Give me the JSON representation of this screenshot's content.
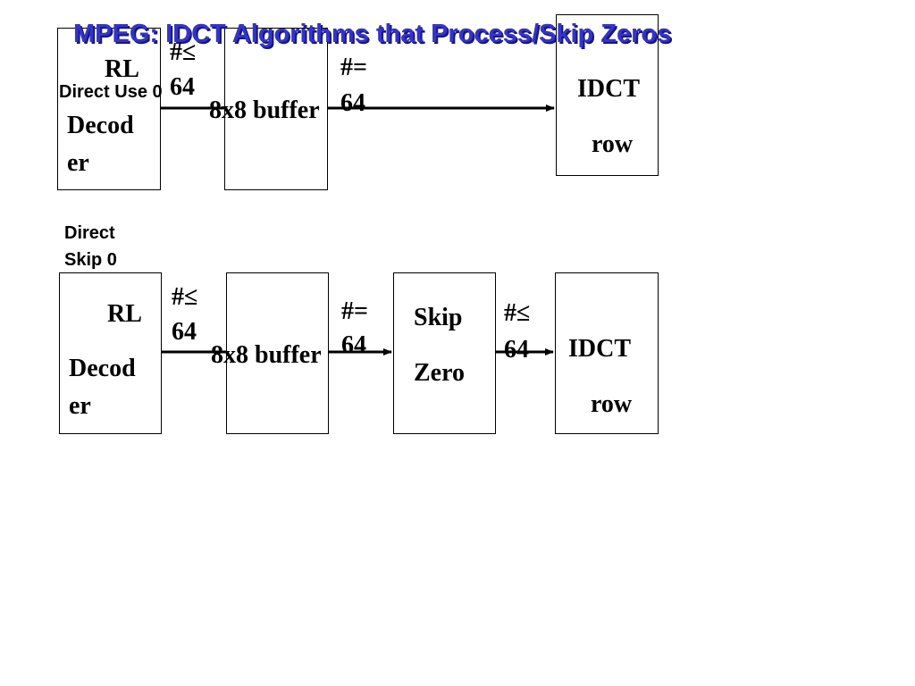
{
  "slide": {
    "title": "MPEG:  IDCT Algorithms that Process/Skip Zeros",
    "colors": {
      "title": "#3333cc",
      "title_shadow": "#1a1a66",
      "lines": "#000000"
    }
  },
  "top_pipeline": {
    "label": "Direct Use 0",
    "decoder": {
      "line1": "RL",
      "line2": "Decod",
      "line3": "er"
    },
    "buffer": {
      "label": "8x8 buffer"
    },
    "count_in": {
      "line1": "#≤",
      "line2": "64"
    },
    "count_out": {
      "line1": "#=",
      "line2": "64"
    },
    "idct": {
      "line1": "IDCT",
      "line2": "row"
    }
  },
  "bottom_pipeline": {
    "label_line1": "Direct",
    "label_line2": "Skip 0",
    "decoder": {
      "line1": "RL",
      "line2": "Decod",
      "line3": "er"
    },
    "buffer": {
      "label": "8x8 buffer"
    },
    "count_in": {
      "line1": "#≤",
      "line2": "64"
    },
    "count_mid": {
      "line1": "#=",
      "line2": "64"
    },
    "skip": {
      "line1": "Skip",
      "line2": "Zero"
    },
    "count_out": {
      "line1": "#≤",
      "line2": "64"
    },
    "idct": {
      "line1": "IDCT",
      "line2": "row"
    }
  }
}
